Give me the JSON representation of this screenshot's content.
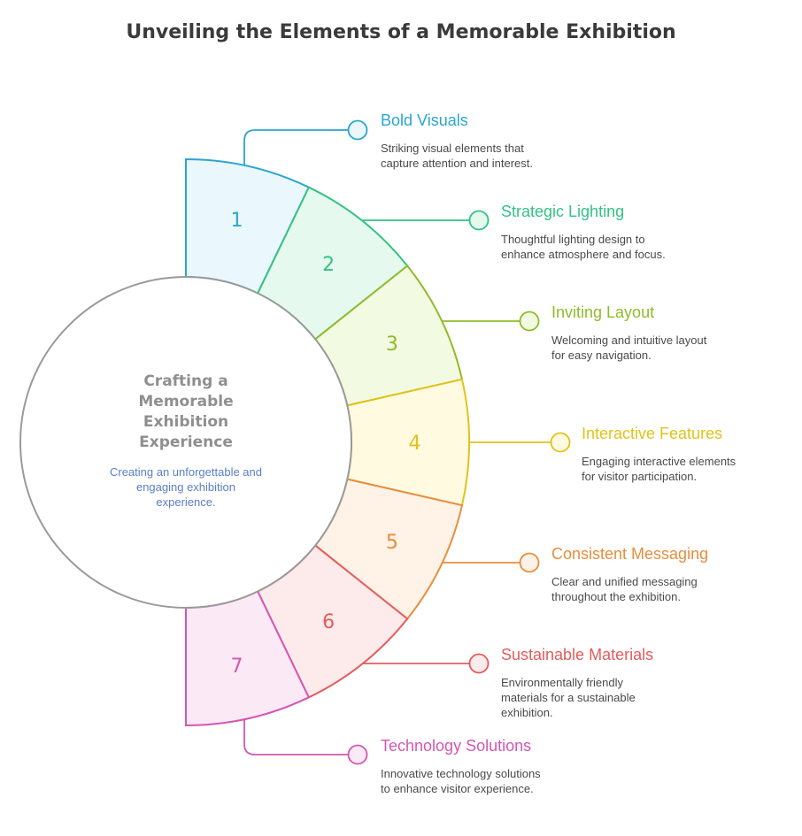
{
  "title": "Unveiling the Elements of a Memorable Exhibition",
  "center": {
    "title_lines": [
      "Crafting a",
      "Memorable",
      "Exhibition",
      "Experience"
    ],
    "subtitle": "Creating an unforgettable and engaging exhibition experience."
  },
  "items": [
    {
      "number": "1",
      "title": "Bold Visuals",
      "description": "Striking visual elements that capture attention and interest.",
      "color": "#2aa6cf",
      "fill": "#eaf7fd"
    },
    {
      "number": "2",
      "title": "Strategic Lighting",
      "description": "Thoughtful lighting design to enhance atmosphere and focus.",
      "color": "#33c285",
      "fill": "#e6f9ef"
    },
    {
      "number": "3",
      "title": "Inviting Layout",
      "description": "Welcoming and intuitive layout for easy navigation.",
      "color": "#8fbb2a",
      "fill": "#f3fae2"
    },
    {
      "number": "4",
      "title": "Interactive Features",
      "description": "Engaging interactive elements for visitor participation.",
      "color": "#e2c21a",
      "fill": "#fffae0"
    },
    {
      "number": "5",
      "title": "Consistent Messaging",
      "description": "Clear and unified messaging throughout the exhibition.",
      "color": "#e68e3d",
      "fill": "#fff2e6"
    },
    {
      "number": "6",
      "title": "Sustainable Materials",
      "description": "Environmentally friendly materials for a sustainable exhibition.",
      "color": "#e45c5c",
      "fill": "#fdeaea"
    },
    {
      "number": "7",
      "title": "Technology Solutions",
      "description": "Innovative technology solutions to enhance visitor experience.",
      "color": "#d257b3",
      "fill": "#fce9f6"
    }
  ]
}
